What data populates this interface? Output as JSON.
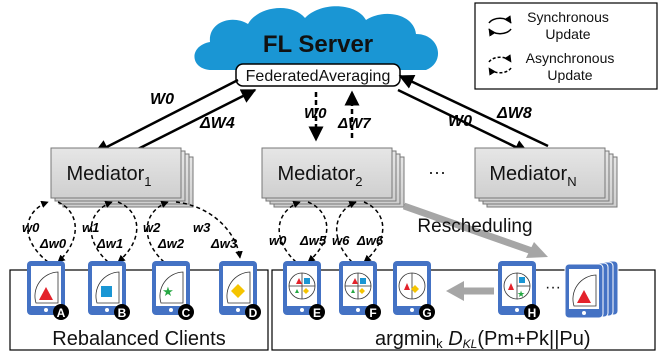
{
  "server": {
    "title": "FL Server",
    "aggregator": "FederatedAveraging"
  },
  "legend": {
    "sync_line1": "Synchronous",
    "sync_line2": "Update",
    "async_line1": "Asynchronous",
    "async_line2": "Update"
  },
  "mediators": [
    {
      "base": "Mediator",
      "sub": "1"
    },
    {
      "base": "Mediator",
      "sub": "2"
    },
    {
      "base": "Mediator",
      "sub": "N"
    }
  ],
  "ellipsis": "···",
  "flows": {
    "w0_left": "W0",
    "dw4": "ΔW4",
    "w0_mid": "W0",
    "dw7": "ΔW7",
    "w0_right": "W0",
    "dw8": "ΔW8"
  },
  "local_updates": {
    "a_w": "w0",
    "a_dw": "Δw0",
    "b_w": "w1",
    "b_dw": "Δw1",
    "c_w": "w2",
    "c_dw": "Δw2",
    "d_w": "w3",
    "d_dw": "Δw3",
    "e_w": "w0",
    "e_dw": "Δw5",
    "f_w": "w6",
    "f_dw": "Δw6"
  },
  "rescheduling": "Rescheduling",
  "clients": [
    "A",
    "B",
    "C",
    "D",
    "E",
    "F",
    "G",
    "H"
  ],
  "rebalanced": "Rebalanced Clients",
  "formula": {
    "argmin": "argmin",
    "k": "k",
    "D": "D",
    "KL": "KL",
    "expr": "(Pm+Pk||Pu)"
  },
  "colors": {
    "cloud": "#1a96d4",
    "mediator": "#d7d7d7",
    "phone": "#4472c4",
    "red": "#e3222b",
    "blue": "#1a96d4",
    "green": "#27a844",
    "yellow": "#f5c400",
    "arrow_gray": "#a6a6a6"
  }
}
